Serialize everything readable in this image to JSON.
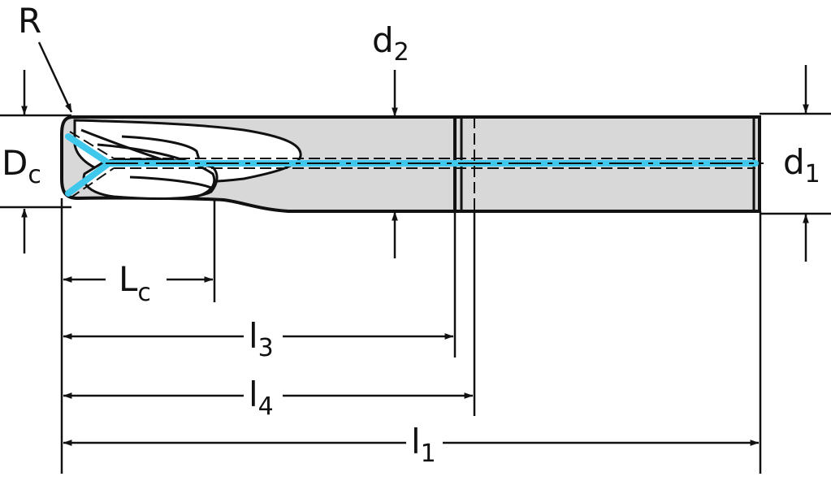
{
  "colors": {
    "outline": "#111111",
    "shank_fill": "#d8d8d8",
    "coolant": "#3fc8ec",
    "background": "#ffffff"
  },
  "labels": {
    "R": "R",
    "Dc": {
      "main": "D",
      "sub": "c"
    },
    "d2": {
      "main": "d",
      "sub": "2"
    },
    "d1": {
      "main": "d",
      "sub": "1"
    },
    "Lc": {
      "main": "L",
      "sub": "c"
    },
    "l3": {
      "main": "l",
      "sub": "3"
    },
    "l4": {
      "main": "l",
      "sub": "4"
    },
    "l1": {
      "main": "l",
      "sub": "1"
    }
  }
}
